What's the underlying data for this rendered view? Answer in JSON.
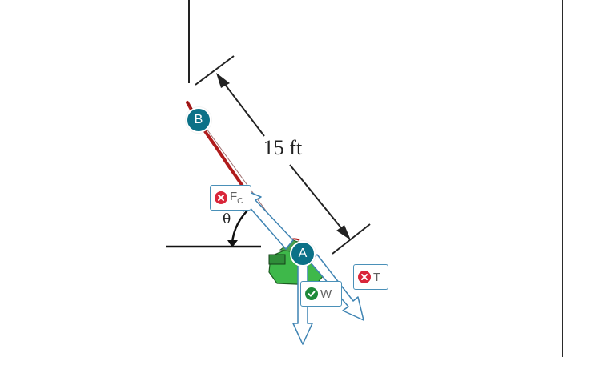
{
  "diagram": {
    "length_label": "15 ft",
    "angle_label": "θ",
    "nodes": [
      {
        "id": "B",
        "label": "B"
      },
      {
        "id": "A",
        "label": "A"
      }
    ],
    "force_labels": [
      {
        "id": "Fc",
        "main": "F",
        "sub": "C",
        "status": "incorrect",
        "status_icon": "x-circle-icon"
      },
      {
        "id": "T",
        "main": "T",
        "sub": "",
        "status": "incorrect",
        "status_icon": "x-circle-icon"
      },
      {
        "id": "W",
        "main": "W",
        "sub": "",
        "status": "correct",
        "status_icon": "check-circle-icon"
      }
    ]
  },
  "colors": {
    "node_fill": "#0b7187",
    "incorrect": "#d9263a",
    "correct": "#1e8a3a",
    "vector_outline": "#3f84b3",
    "rope": "#b01c1c",
    "bucket": "#3eb84a"
  }
}
